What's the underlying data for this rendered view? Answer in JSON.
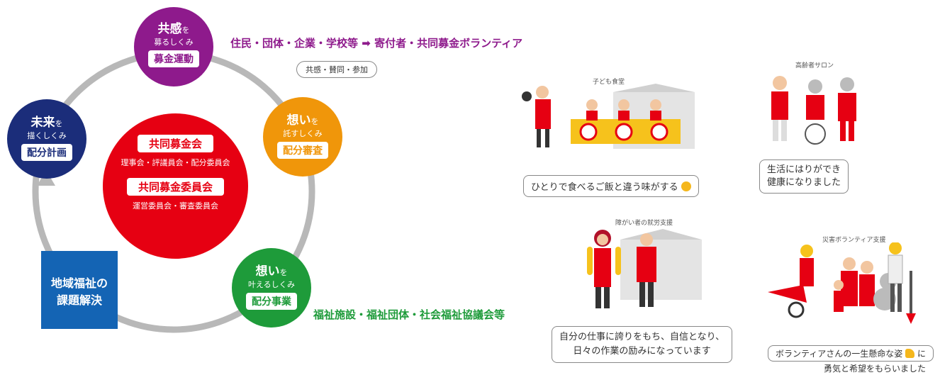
{
  "colors": {
    "purple": "#8e1a8c",
    "orange": "#f0960a",
    "green": "#1e9b3a",
    "navy": "#1b2d7a",
    "red": "#e60012",
    "blue": "#1464b4",
    "ring": "#b8b8b8"
  },
  "nodes": {
    "empathy": {
      "big": "共感",
      "small": "を",
      "sub": "募るしくみ",
      "pill": "募金運動"
    },
    "future": {
      "big": "未来",
      "small": "を",
      "sub": "描くしくみ",
      "pill": "配分計画"
    },
    "thoughts_entrust": {
      "big": "想い",
      "small": "を",
      "sub": "託すしくみ",
      "pill": "配分審査"
    },
    "thoughts_fulfill": {
      "big": "想い",
      "small": "を",
      "sub": "叶えるしくみ",
      "pill": "配分事業"
    }
  },
  "center": {
    "label1": "共同募金会",
    "desc1": "理事会・評議員会・配分委員会",
    "label2": "共同募金委員会",
    "desc2": "運営委員会・審査委員会"
  },
  "local_box": {
    "line1": "地域福祉の",
    "line2": "課題解決"
  },
  "donors": {
    "from": "住民・団体・企業・学校等",
    "arrow": "➡",
    "to": "寄付者・共同募金ボランティア"
  },
  "speech_small": "共感・賛同・参加",
  "recipients": "福祉施設・福祉団体・社会福祉協議会等",
  "examples": {
    "kids": {
      "caption": "子ども食堂",
      "bubble": "ひとりで食べるご飯と違う味がする"
    },
    "elderly": {
      "caption": "高齢者サロン",
      "bubble1": "生活にはりができ",
      "bubble2": "健康になりました"
    },
    "work": {
      "caption": "障がい者の就労支援",
      "bubble1": "自分の仕事に誇りをもち、自信となり、",
      "bubble2": "日々の作業の励みになっています"
    },
    "disaster": {
      "caption": "災害ボランティア支援",
      "bubble1": "ボランティアさんの一生懸命な姿",
      "bubble1b": "に",
      "bubble2": "勇気と希望をもらいました"
    }
  }
}
